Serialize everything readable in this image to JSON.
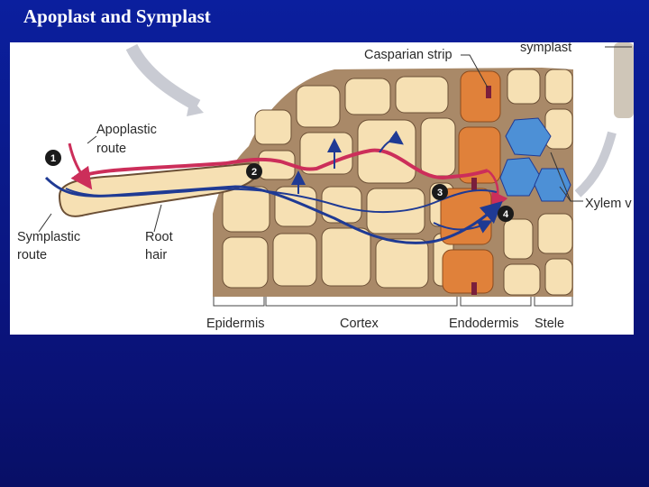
{
  "slide": {
    "title": "Apoplast and Symplast"
  },
  "diagram": {
    "labels": {
      "symplast_corner": "symplast",
      "casparian_strip": "Casparian strip",
      "apoplastic_route_line1": "Apoplastic",
      "apoplastic_route_line2": "route",
      "symplastic_route_line1": "Symplastic",
      "symplastic_route_line2": "route",
      "root_hair_line1": "Root",
      "root_hair_line2": "hair",
      "xylem": "Xylem v",
      "epidermis": "Epidermis",
      "cortex": "Cortex",
      "endodermis": "Endodermis",
      "stele": "Stele"
    },
    "markers": [
      "1",
      "2",
      "3",
      "4"
    ],
    "colors": {
      "cell_wall": "#a98968",
      "cell_fill": "#f6e0b3",
      "endodermis_fill": "#e0813a",
      "xylem_fill": "#4d90d6",
      "apoplastic_path": "#cc2e5a",
      "symplastic_path": "#1f3a94",
      "casparian_strip": "#7a1f3c"
    }
  }
}
